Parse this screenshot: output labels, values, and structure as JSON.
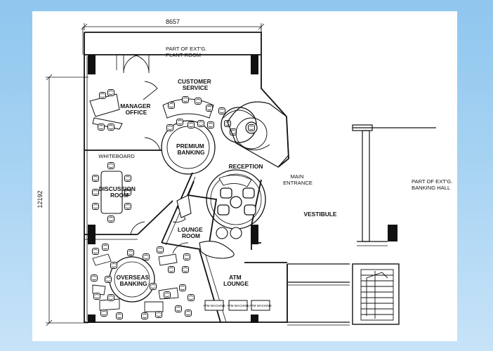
{
  "dimensions": {
    "width": "8657",
    "height": "12192"
  },
  "rooms": {
    "plant_room": [
      "PART OF EXT'G.",
      "PLANT ROOM"
    ],
    "customer_service": [
      "CUSTOMER",
      "SERVICE"
    ],
    "manager_office": [
      "MANAGER",
      "OFFICE"
    ],
    "premium_banking": [
      "PREMIUM",
      "BANKING"
    ],
    "reception": "RECEPTION",
    "main_entrance": [
      "MAIN",
      "ENTRANCE"
    ],
    "whiteboard": "WHITEBOARD",
    "discussion_room": [
      "DISCUSSION",
      "ROOM"
    ],
    "lounge_room": [
      "LOUNGE",
      "ROOM"
    ],
    "vestibule": "VESTIBULE",
    "banking_hall": [
      "PART OF EXT'G.",
      "BANKING HALL"
    ],
    "overseas_banking": [
      "OVERSEAS",
      "BANKING"
    ],
    "atm_lounge": [
      "ATM",
      "LOUNGE"
    ],
    "atm_machines": [
      "ATM MACHINE",
      "ATM MACHINE",
      "ATM MACHINE"
    ]
  },
  "colors": {
    "background_top": "#8fc6ee",
    "background_bottom": "#c7e3f8",
    "sheet": "#ffffff",
    "ink": "#111111"
  }
}
